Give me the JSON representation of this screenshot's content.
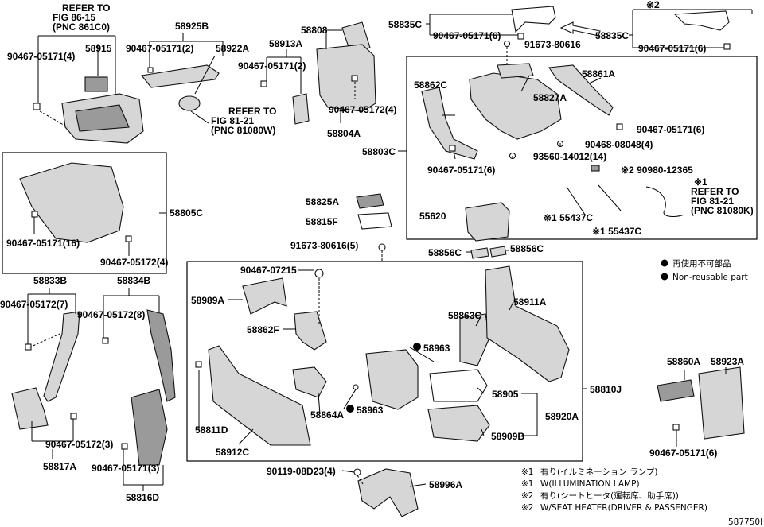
{
  "refs": {
    "r1": [
      "REFER TO",
      "FIG 86-15",
      "(PNC 861C0)"
    ],
    "r2": [
      "REFER TO",
      "FIG 81-21",
      "(PNC 81080W)"
    ],
    "r3": [
      "※1",
      "REFER TO",
      "FIG 81-21",
      "(PNC 81080K)"
    ]
  },
  "labels": {
    "p58915": "58915",
    "p90467_05171_4": "90467-05171(4)",
    "p58925B": "58925B",
    "p90467_05171_2a": "90467-05171(2)",
    "p58922A": "58922A",
    "p58913A": "58913A",
    "p90467_05171_2b": "90467-05171(2)",
    "p58808": "58808",
    "p90467_05172_4a": "90467-05172(4)",
    "p58804A": "58804A",
    "p58835C_a": "58835C",
    "p90467_05171_6a": "90467-05171(6)",
    "p91673_80616": "91673-80616",
    "star2_top": "※2",
    "p58835C_b": "58835C",
    "p90467_05171_6b": "90467-05171(6)",
    "p58862C": "58862C",
    "p58827A": "58827A",
    "p58861A": "58861A",
    "p90467_05171_6c": "90467-05171(6)",
    "p90468_08048": "90468-08048(4)",
    "p58803C": "58803C",
    "p93560": "93560-14012(14)",
    "p90467_05171_6d": "90467-05171(6)",
    "p90980": "※2 90980-12365",
    "p55620": "55620",
    "p55437C_a": "※1 55437C",
    "p55437C_b": "※1 55437C",
    "p58805C": "58805C",
    "p90467_05171_16": "90467-05171(16)",
    "p90467_05172_4b": "90467-05172(4)",
    "p58825A": "58825A",
    "p58815F": "58815F",
    "p91673_80616_5": "91673-80616(5)",
    "p58856C_a": "58856C",
    "p58856C_b": "58856C",
    "p58833B": "58833B",
    "p58834B": "58834B",
    "p90467_05172_7": "90467-05172(7)",
    "p90467_05172_8": "90467-05172(8)",
    "p90467_07215": "90467-07215",
    "p58989A": "58989A",
    "p58862F": "58862F",
    "p58863C": "58863C",
    "p58911A": "58911A",
    "p58963_a": "58963",
    "p58963_b": "58963",
    "p58810J": "58810J",
    "p58864A": "58864A",
    "p58905": "58905",
    "p58920A": "58920A",
    "p58909B": "58909B",
    "p58811D": "58811D",
    "p58912C": "58912C",
    "p58860A": "58860A",
    "p58923A": "58923A",
    "p90467_05171_6e": "90467-05171(6)",
    "p90467_05172_3": "90467-05172(3)",
    "p58817A": "58817A",
    "p90467_05171_3": "90467-05171(3)",
    "p58816D": "58816D",
    "p90119": "90119-08D23(4)",
    "p58996A": "58996A"
  },
  "legend": {
    "nonreuse_jp": "再使用不可部品",
    "nonreuse_en": "Non-reusable part",
    "n1_mark": "※1",
    "n1_jp": "有り(イルミネーション ランプ)",
    "n2_mark": "※1",
    "n2_en": "W(ILLUMINATION LAMP)",
    "n3_mark": "※2",
    "n3_jp": "有り(シートヒータ(運転席、助手席))",
    "n4_mark": "※2",
    "n4_en": "W/SEAT HEATER(DRIVER & PASSENGER)"
  },
  "figure_code": "587750I"
}
